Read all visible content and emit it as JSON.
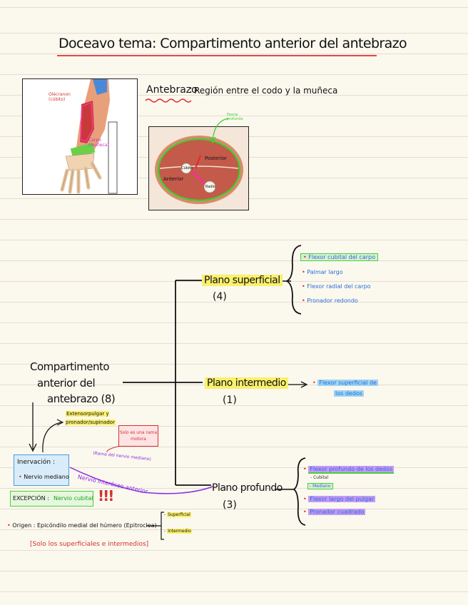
{
  "header": {
    "title": "Doceavo tema: Compartimento anterior del antebrazo"
  },
  "definition": {
    "term": "Antebrazo",
    "colon": ":",
    "text": "Región entre el codo y la muñeca"
  },
  "images": {
    "arm": {
      "label_olecranon": "Olécranon (cúbito)",
      "label_carpo": "Carpo (muñeca)"
    },
    "cross_section": {
      "fascia_label": "Fascia profunda",
      "posterior": "Posterior",
      "anterior": "Anterior",
      "cubito": "Cúbito",
      "radio": "Radio"
    }
  },
  "main": {
    "label_line1": "Compartimento",
    "label_line2": "anterior del",
    "label_line3": "antebrazo (8)"
  },
  "planes": {
    "superficial": {
      "label": "Plano superficial",
      "count": "(4)",
      "items": [
        "Flexor cubital del carpo",
        "Palmar largo",
        "Flexor radial del carpo",
        "Pronador redondo"
      ]
    },
    "intermedio": {
      "label": "Plano intermedio",
      "count": "(1)",
      "arrow": "→",
      "item_line1": "Flexor superficial de",
      "item_line2": "los dedos"
    },
    "profundo": {
      "label": "Plano profundo",
      "count": "(3)",
      "item1": "Flexor profundo de los dedos",
      "sub1": "Cubital",
      "sub2": "Mediano",
      "item2": "Flexor largo del pulgar",
      "item3": "Pronador cuadrado"
    }
  },
  "notes": {
    "exceptions": "Extensorpulgar y pronador/supinador",
    "solo_rama": "Solo es una rama motora",
    "rama_mediano": "(Rama del nervio mediano)",
    "interoseo": "Nervio interóseo anterior",
    "inervacion_title": "Inervación :",
    "inervacion_value": "Nervio mediano",
    "excepcion_label": "EXCEPCIÓN :",
    "excepcion_value": "Nervio cubital",
    "excl": "!!!",
    "origen_label": "Origen :",
    "origen_text": "Epicóndilo medial del húmero (Epitroclea)",
    "origen_sup": "Superficial",
    "origen_int": "Intermedio",
    "bracket_note": "[Solo los superficiales e intermedios]"
  },
  "colors": {
    "title_underline": "#e0474c",
    "highlight_yellow": "#f9f06c",
    "highlight_green": "#8ee36f",
    "highlight_blue": "#9fd4f4",
    "highlight_purple": "#c39af5",
    "ink_red": "#d23232",
    "ink_purple": "#8a2be2",
    "ink_blue": "#2a6ed8"
  }
}
